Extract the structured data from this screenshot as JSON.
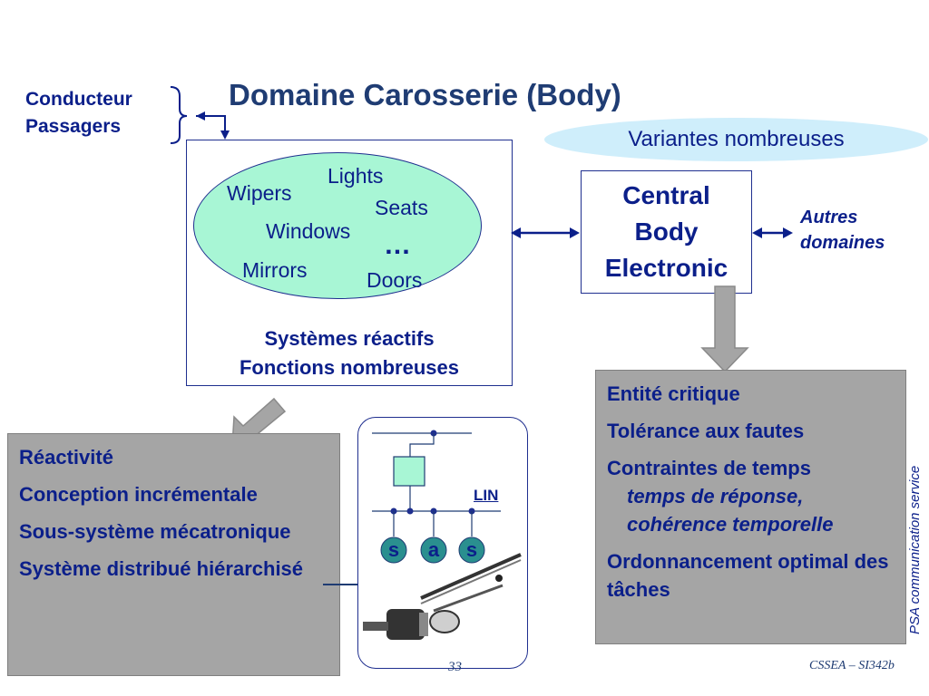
{
  "title": "Domaine Carosserie (Body)",
  "people": [
    "Conducteur",
    "Passagers"
  ],
  "bubble": "Variantes nombreuses",
  "ellipse_items": {
    "lights": "Lights",
    "wipers": "Wipers",
    "seats": "Seats",
    "windows": "Windows",
    "dots": "…",
    "mirrors": "Mirrors",
    "doors": "Doors"
  },
  "system_caption": [
    "Systèmes réactifs",
    "Fonctions nombreuses"
  ],
  "central_box": [
    "Central",
    "Body",
    "Electronic"
  ],
  "autres": [
    "Autres",
    "domaines"
  ],
  "left_box": [
    "Réactivité",
    "Conception incrémentale",
    "Sous-système mécatronique",
    "Système distribué hiérarchisé"
  ],
  "right_box": {
    "items": [
      "Entité critique",
      "Tolérance aux fautes",
      "Contraintes de temps"
    ],
    "sub_items": [
      "temps de réponse,",
      "cohérence temporelle"
    ],
    "last": "Ordonnancement optimal des tâches"
  },
  "lin": {
    "label": "LIN",
    "nodes": [
      "s",
      "a",
      "s"
    ]
  },
  "side_label": "PSA communication service",
  "page_number": "33",
  "footer": "CSSEA – SI342b",
  "colors": {
    "text": "#0b1f8a",
    "title": "#1f3c73",
    "ellipse": "#a8f6d5",
    "bubble": "#cfeefb",
    "grey_box": "#a5a5a5",
    "lin_node": "#2a8f8f"
  }
}
